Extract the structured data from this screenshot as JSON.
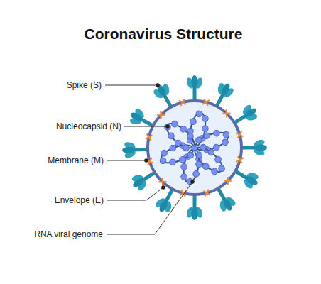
{
  "diagram": {
    "title": "Coronavirus Structure",
    "labels": [
      "Spike (S)",
      "Nucleocapsid (N)",
      "Membrane (M)",
      "Envelope (E)",
      "RNA viral genome"
    ]
  }
}
